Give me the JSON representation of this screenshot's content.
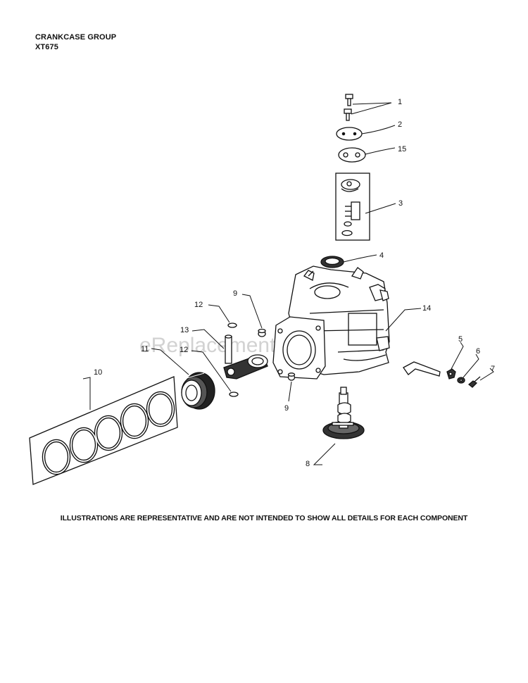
{
  "header": {
    "title": "CRANKCASE GROUP",
    "model": "XT675"
  },
  "watermark": "eReplacementParts.com",
  "disclaimer": "ILLUSTRATIONS ARE REPRESENTATIVE AND ARE NOT INTENDED TO SHOW ALL DETAILS FOR EACH COMPONENT",
  "callouts": {
    "c1": "1",
    "c2": "2",
    "c15": "15",
    "c3": "3",
    "c4": "4",
    "c9a": "9",
    "c12a": "12",
    "c13": "13",
    "c11": "11",
    "c12b": "12",
    "c14": "14",
    "c5": "5",
    "c6": "6",
    "c7": "7",
    "c10": "10",
    "c9b": "9",
    "c8": "8"
  }
}
